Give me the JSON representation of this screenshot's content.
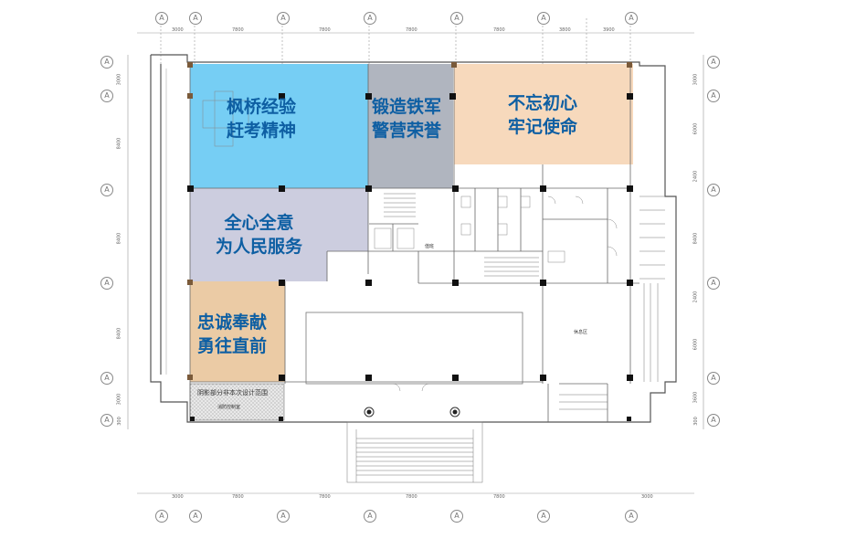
{
  "zones": [
    {
      "line1": "枫桥经验",
      "line2": "赶考精神",
      "color": "#5ec6f2"
    },
    {
      "line1": "锻造铁军",
      "line2": "警营荣誉",
      "color": "#a7adb8"
    },
    {
      "line1": "不忘初心",
      "line2": "牢记使命",
      "color": "#f6d2b0"
    },
    {
      "line1": "全心全意",
      "line2": "为人民服务",
      "color": "#c6c8dc"
    },
    {
      "line1": "忠诚奉献",
      "line2": "勇往直前",
      "color": "#e9c59b"
    }
  ],
  "annotations": {
    "hatched_note": "阴影部分非本次设计范围",
    "hatched_room": "消防控制室",
    "duty_room": "值班",
    "rest_area": "休息区"
  },
  "axis_symbol": "A",
  "dimensions": {
    "top": [
      "3000",
      "7800",
      "7800",
      "7800",
      "7800",
      "3800",
      "3900"
    ],
    "bottom": [
      "3000",
      "7800",
      "7800",
      "7800",
      "7800",
      "3000"
    ],
    "left": [
      "3000",
      "8400",
      "8400",
      "8400",
      "3000",
      "300"
    ],
    "right": [
      "3000",
      "6000",
      "2400",
      "8400",
      "2400",
      "6000",
      "3600",
      "300"
    ]
  }
}
